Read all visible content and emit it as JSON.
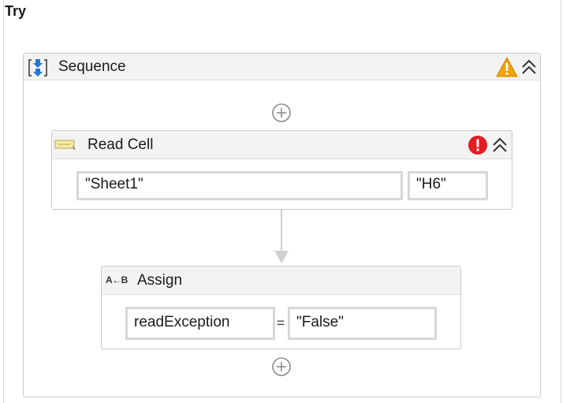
{
  "try": {
    "label": "Try"
  },
  "sequence": {
    "title": "Sequence",
    "icon": "sequence-icon",
    "warning_icon": "warning-icon",
    "collapse_icon": "double-chevron-up-icon"
  },
  "read_cell": {
    "title": "Read Cell",
    "icon": "excel-read-cell-icon",
    "error_icon": "error-icon",
    "collapse_icon": "double-chevron-up-icon",
    "sheet_value": "\"Sheet1\"",
    "cell_value": "\"H6\""
  },
  "assign": {
    "title": "Assign",
    "icon_text": "A←B",
    "to_value": "readException",
    "equals": "=",
    "value": "\"False\""
  },
  "colors": {
    "warning": "#f0a30a",
    "error": "#e51c23",
    "accent_blue": "#1e78d6",
    "border": "#c9c9c9",
    "header_bg": "#f3f3f3"
  }
}
